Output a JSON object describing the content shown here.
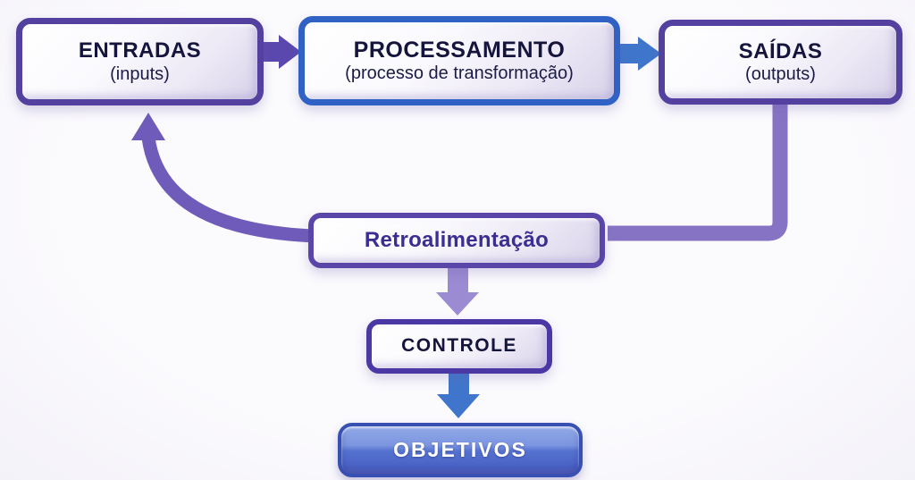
{
  "background": "#f9f8fc",
  "nodes": {
    "entradas": {
      "title": "ENTRADAS",
      "subtitle": "(inputs)",
      "border_color": "#53409f",
      "text_color": "#14143c"
    },
    "processamento": {
      "title": "PROCESSAMENTO",
      "subtitle": "(processo de transformação)",
      "border_color": "#2f62c4",
      "text_color": "#14143c"
    },
    "saidas": {
      "title": "SAÍDAS",
      "subtitle": "(outputs)",
      "border_color": "#53409f",
      "text_color": "#14143c"
    },
    "retroalimentacao": {
      "title": "Retroalimentação",
      "border_color": "#5a46a8",
      "text_color": "#3b2e92"
    },
    "controle": {
      "title": "CONTROLE",
      "border_color": "#4b38a4",
      "text_color": "#14143c"
    },
    "objetivos": {
      "title": "OBJETIVOS",
      "border_color": "#3850b2",
      "fill_top": "#93aae7",
      "fill_bottom": "#4a63c6",
      "text_color": "#ffffff"
    }
  },
  "edges": [
    {
      "from": "entradas",
      "to": "processamento",
      "shape": "right-arrow",
      "color": "#5b48ae"
    },
    {
      "from": "processamento",
      "to": "saidas",
      "shape": "right-arrow",
      "color": "#3f76cb"
    },
    {
      "from": "saidas",
      "to": "retroalimentacao",
      "shape": "elbow-line",
      "color": "#8673c4"
    },
    {
      "from": "retroalimentacao",
      "to": "entradas",
      "shape": "curved-up-arrow",
      "color": "#6f5cba"
    },
    {
      "from": "retroalimentacao",
      "to": "controle",
      "shape": "down-arrow",
      "color": "#9a8bd3"
    },
    {
      "from": "controle",
      "to": "objetivos",
      "shape": "down-arrow",
      "color": "#3f76cb"
    }
  ]
}
